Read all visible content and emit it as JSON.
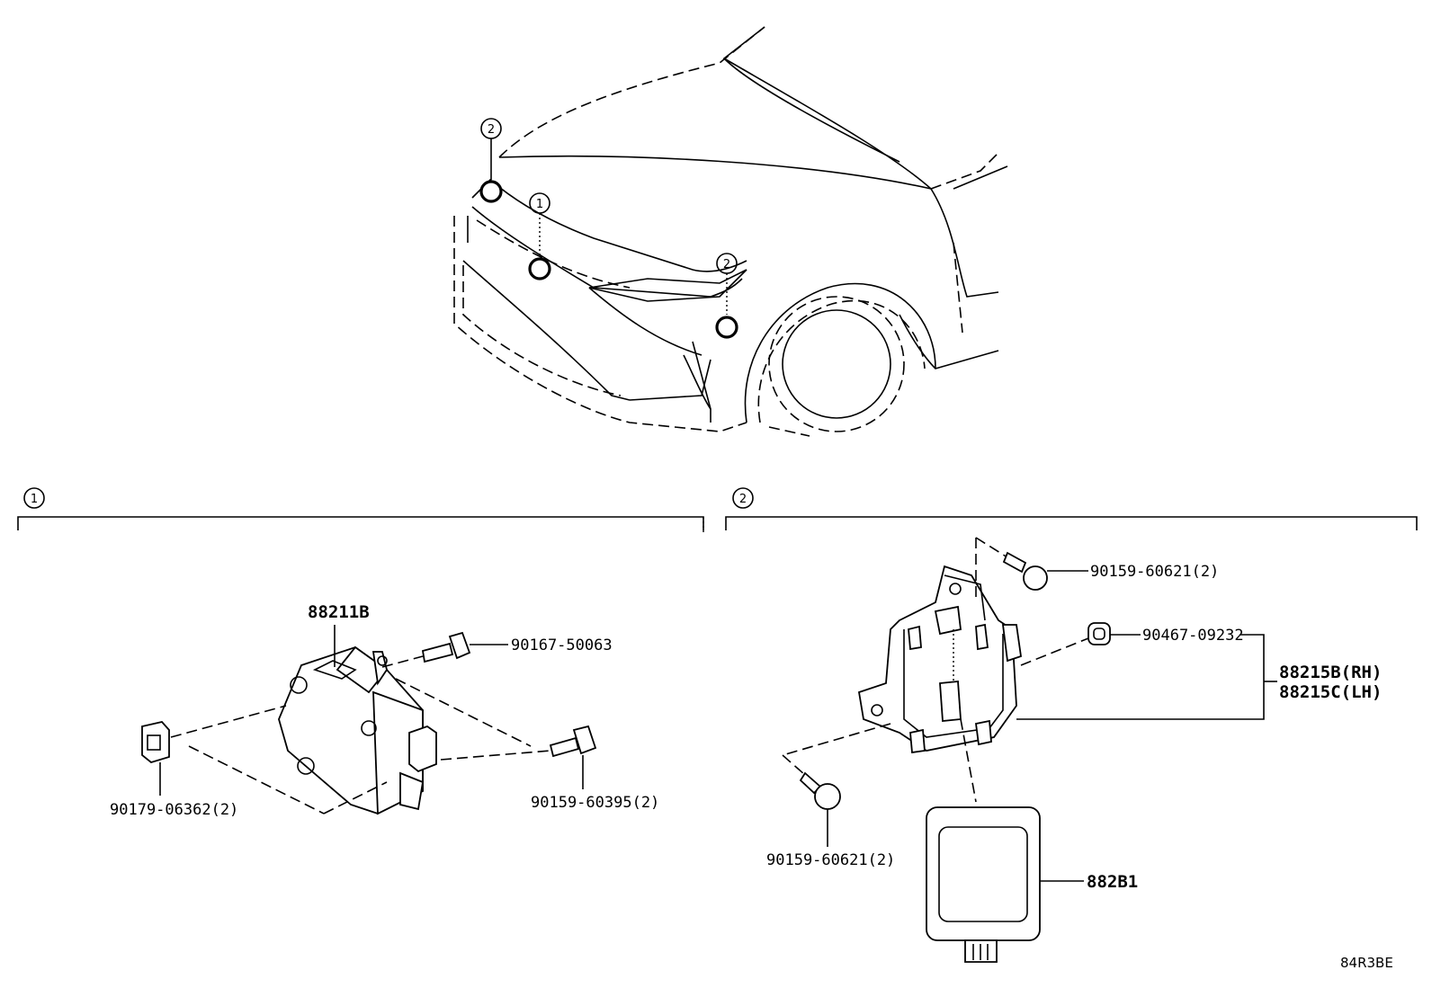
{
  "diagram": {
    "car_callouts": [
      {
        "id": "callout-2-left",
        "num": "2"
      },
      {
        "id": "callout-1-center",
        "num": "1"
      },
      {
        "id": "callout-2-right",
        "num": "2"
      }
    ],
    "section_1": {
      "num": "1",
      "parts": {
        "main": "88211B",
        "bolt_top": "90167-50063",
        "bolt_right": "90159-60395(2)",
        "nut_left": "90179-06362(2)"
      }
    },
    "section_2": {
      "num": "2",
      "parts": {
        "bolt_top": "90159-60621(2)",
        "clip": "90467-09232",
        "bracket_rh": "88215B(RH)",
        "bracket_lh": "88215C(LH)",
        "bolt_bottom": "90159-60621(2)",
        "sensor": "882B1"
      }
    },
    "figure_code": "84R3BE"
  }
}
